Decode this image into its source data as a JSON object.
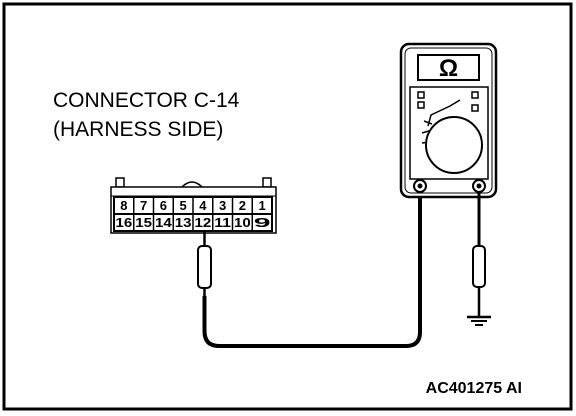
{
  "title": {
    "line1": "CONNECTOR C-14",
    "line2": "(HARNESS SIDE)"
  },
  "connector": {
    "top_row": [
      "8",
      "7",
      "6",
      "5",
      "4",
      "3",
      "2",
      "1"
    ],
    "bottom_row": [
      "16",
      "15",
      "14",
      "13",
      "12",
      "11",
      "10",
      "9"
    ],
    "probed_pin": "12"
  },
  "meter": {
    "mode_symbol": "Ω",
    "icon": "ohmmeter-icon"
  },
  "ground_icon": "ground-symbol-icon",
  "figure_code": "AC401275 AI"
}
